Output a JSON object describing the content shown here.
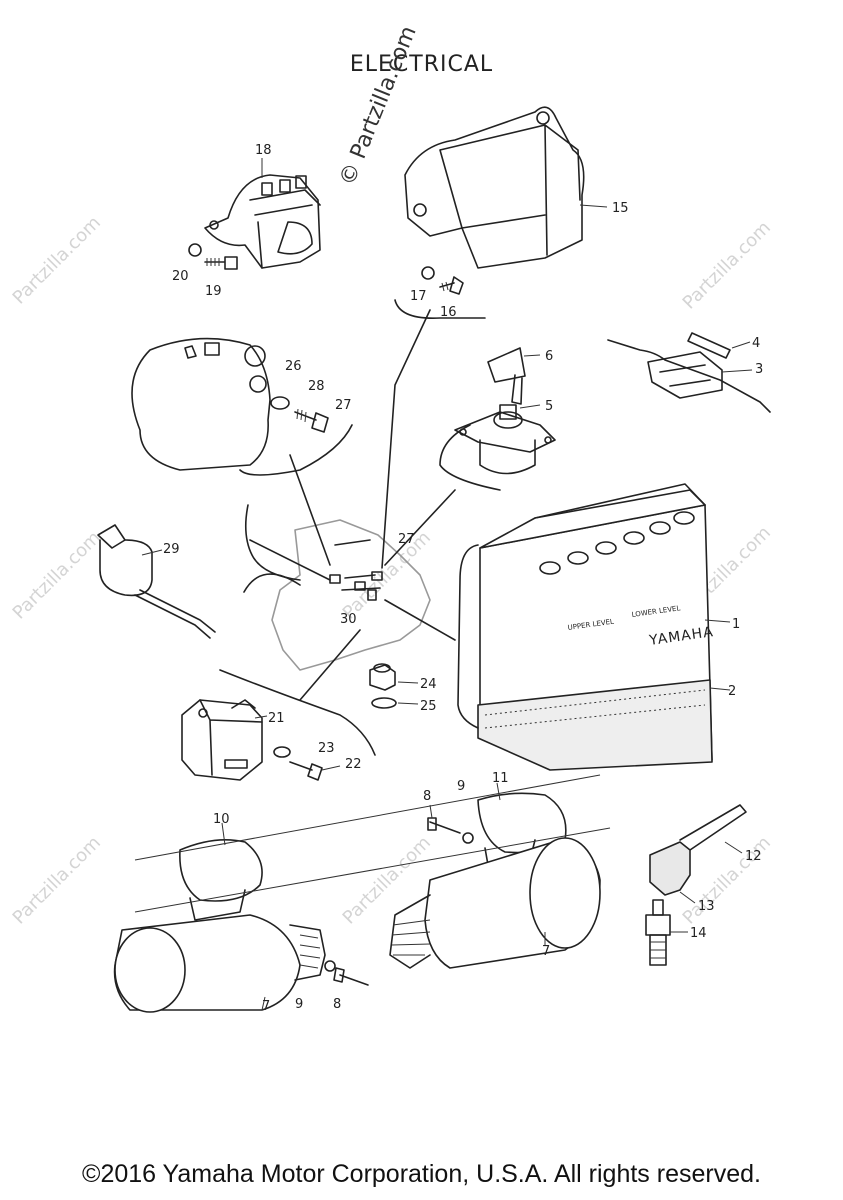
{
  "title": "ELECTRICAL",
  "watermark": "© Partzilla.com",
  "watermark_faint": "Partzilla.com",
  "copyright": "©2016 Yamaha Motor Corporation, U.S.A. All rights reserved.",
  "battery_brand": "YAMAHA",
  "battery_upper": "UPPER LEVEL",
  "battery_lower": "LOWER LEVEL",
  "callouts": [
    "1",
    "2",
    "3",
    "4",
    "5",
    "6",
    "7",
    "7",
    "8",
    "8",
    "9",
    "9",
    "10",
    "11",
    "12",
    "13",
    "14",
    "15",
    "16",
    "17",
    "18",
    "19",
    "20",
    "21",
    "22",
    "23",
    "24",
    "25",
    "26",
    "27",
    "27",
    "28",
    "29",
    "30"
  ]
}
